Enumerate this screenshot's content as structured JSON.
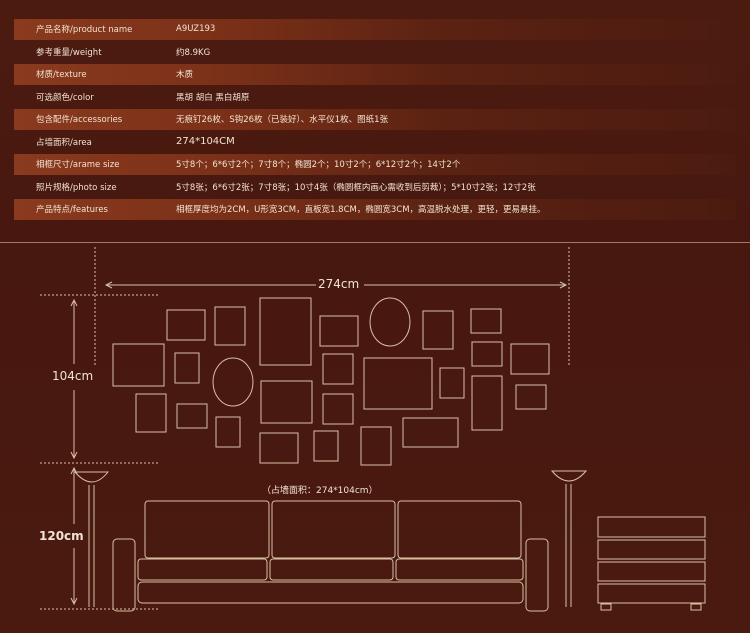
{
  "specs": [
    {
      "label": "产品名称/product name",
      "value": "A9UZ193"
    },
    {
      "label": "参考重量/weight",
      "value": "约8.9KG"
    },
    {
      "label": "材质/texture",
      "value": "木质"
    },
    {
      "label": "可选颜色/color",
      "value": "黑胡 胡白 黑白胡原"
    },
    {
      "label": "包含配件/accessories",
      "value": "无痕钉26枚、S钩26枚（已装好）、水平仪1枚、图纸1张"
    },
    {
      "label": "占墙面积/area",
      "value": "274*104CM"
    },
    {
      "label": "相框尺寸/arame size",
      "value": "5寸8个；6*6寸2个；7寸8个；椭圆2个；10寸2个；6*12寸2个；14寸2个"
    },
    {
      "label": "照片规格/photo size",
      "value": "5寸8张；6*6寸2张；7寸8张；10寸4张（椭圆框内画心需收到后剪裁）；5*10寸2张；12寸2张"
    },
    {
      "label": "产品特点/features",
      "value": "相框厚度均为2CM，U形宽3CM，直板宽1.8CM，椭圆宽3CM，高温脱水处理，更轻，更易悬挂。"
    }
  ],
  "diagram": {
    "width_label": "274cm",
    "height_label": "104cm",
    "floor_label": "120cm",
    "caption": "（占墙面积：274*104cm）"
  },
  "colors": {
    "background": "#4a1a0f",
    "line": "#d8c0a4",
    "bar": "#8a3a1e"
  }
}
